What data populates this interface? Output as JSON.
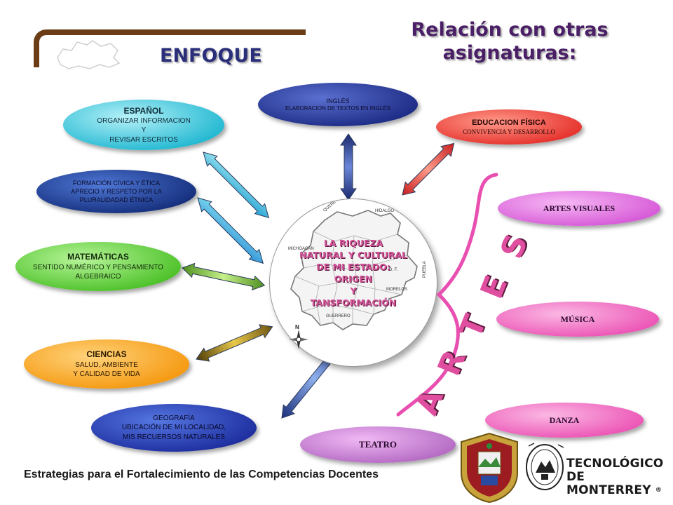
{
  "titles": {
    "enfoque": "ENFOQUE",
    "relacion_line1": "Relación con otras",
    "relacion_line2": "asignaturas:"
  },
  "center": {
    "lines": [
      "LA RIQUEZA",
      "NATURAL Y CULTURAL",
      "DE MI ESTADO:",
      "ORIGEN",
      "Y",
      "TANSFORMACIÓN"
    ],
    "map_labels": {
      "queretaro": "QUERETARO",
      "hidalgo": "HIDALGO",
      "michoacan": "MICHOACAN",
      "df": "D. F.",
      "puebla": "PUEBLA",
      "morelos": "MORELOS",
      "guerrero": "GUERRERO",
      "north": "N"
    }
  },
  "subjects": {
    "espanol": {
      "heading": "ESPAÑOL",
      "lines": [
        "ORGANIZAR INFORMACION",
        "Y",
        "REVISAR ESCRITOS"
      ]
    },
    "civica": {
      "heading": "",
      "lines": [
        "FORMACIÓN CÍVICA Y ÉTICA",
        "APRECIO Y RESPETO POR LA",
        "PLURALIDADAD ÉTNICA"
      ]
    },
    "matematicas": {
      "heading": "MATEMÁTICAS",
      "lines": [
        "SENTIDO  NUMÉRICO  Y PENSAMIENTO",
        "ALGEBRAICO"
      ]
    },
    "ciencias": {
      "heading": "CIENCIAS",
      "lines": [
        "SALUD,  AMBIENTE",
        "Y CALIDAD DE VIDA"
      ]
    },
    "geografia": {
      "heading": "",
      "lines": [
        "GEOGRAFÍA",
        "UBICACIÓN DE MI LOCALIDAD,",
        "MIS RECUERSOS  NATURALES"
      ]
    },
    "ingles": {
      "heading": "",
      "lines": [
        "INGLÉS",
        "ELABORACION DE TEXTOS EN INGLÉS"
      ]
    },
    "educacion_fisica": {
      "heading": "EDUCACION FÍSICA",
      "lines": [
        "CONVIVENCIA Y DESARROLLO"
      ]
    },
    "teatro": {
      "heading": "TEATRO",
      "lines": []
    }
  },
  "artes": {
    "letters": [
      "A",
      "R",
      "T",
      "E",
      "S"
    ],
    "items": {
      "visuales": "ARTES VISUALES",
      "musica": "MÚSICA",
      "danza": "DANZA"
    }
  },
  "footer": {
    "text": "Estrategias para el Fortalecimiento de las Competencias Docentes",
    "tec_line1": "TECNOLÓGICO",
    "tec_line2": "DE MONTERREY",
    "tec_mark": "®"
  },
  "colors": {
    "espanol": "#2fc4d8",
    "civica": "#1f3f9a",
    "matematicas": "#5fd03a",
    "ciencias": "#f6a21e",
    "geografia": "#2a3aa8",
    "ingles": "#27388f",
    "educacion_fisica": "#e83c3c",
    "teatro": "#c77fd0",
    "artes": "#e84fb0",
    "center_text": "#d4549a"
  }
}
